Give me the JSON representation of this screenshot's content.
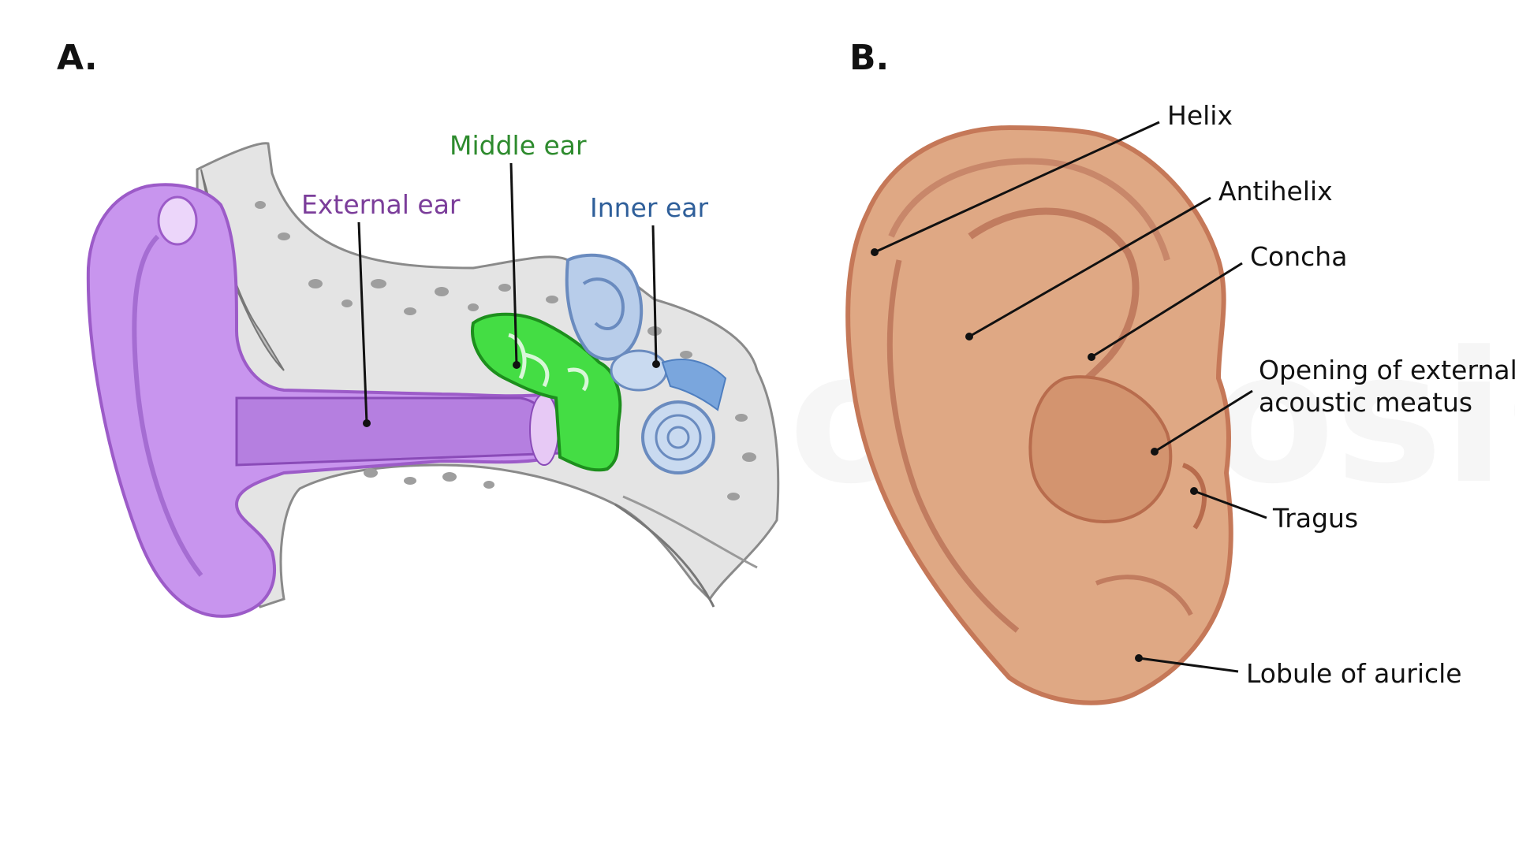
{
  "panels": {
    "a": {
      "letter": "A.",
      "labels": {
        "external_ear": "External ear",
        "middle_ear": "Middle ear",
        "inner_ear": "Inner ear"
      }
    },
    "b": {
      "letter": "B.",
      "labels": {
        "helix": "Helix",
        "antihelix": "Antihelix",
        "concha": "Concha",
        "opening_line1": "Opening of external",
        "opening_line2": "acoustic meatus",
        "tragus": "Tragus",
        "lobule": "Lobule of auricle"
      }
    }
  },
  "watermark": "osmosis.org",
  "colors": {
    "external_ear": "#7b3d9a",
    "middle_ear": "#2e8b2e",
    "inner_ear": "#2f5f9a",
    "bone": "#e2e2e2",
    "pinna": "#c895ee",
    "middle": "#44dd44",
    "inner": "#b8cdea",
    "skin": "#dfa884",
    "skin_outline": "#c57858"
  }
}
